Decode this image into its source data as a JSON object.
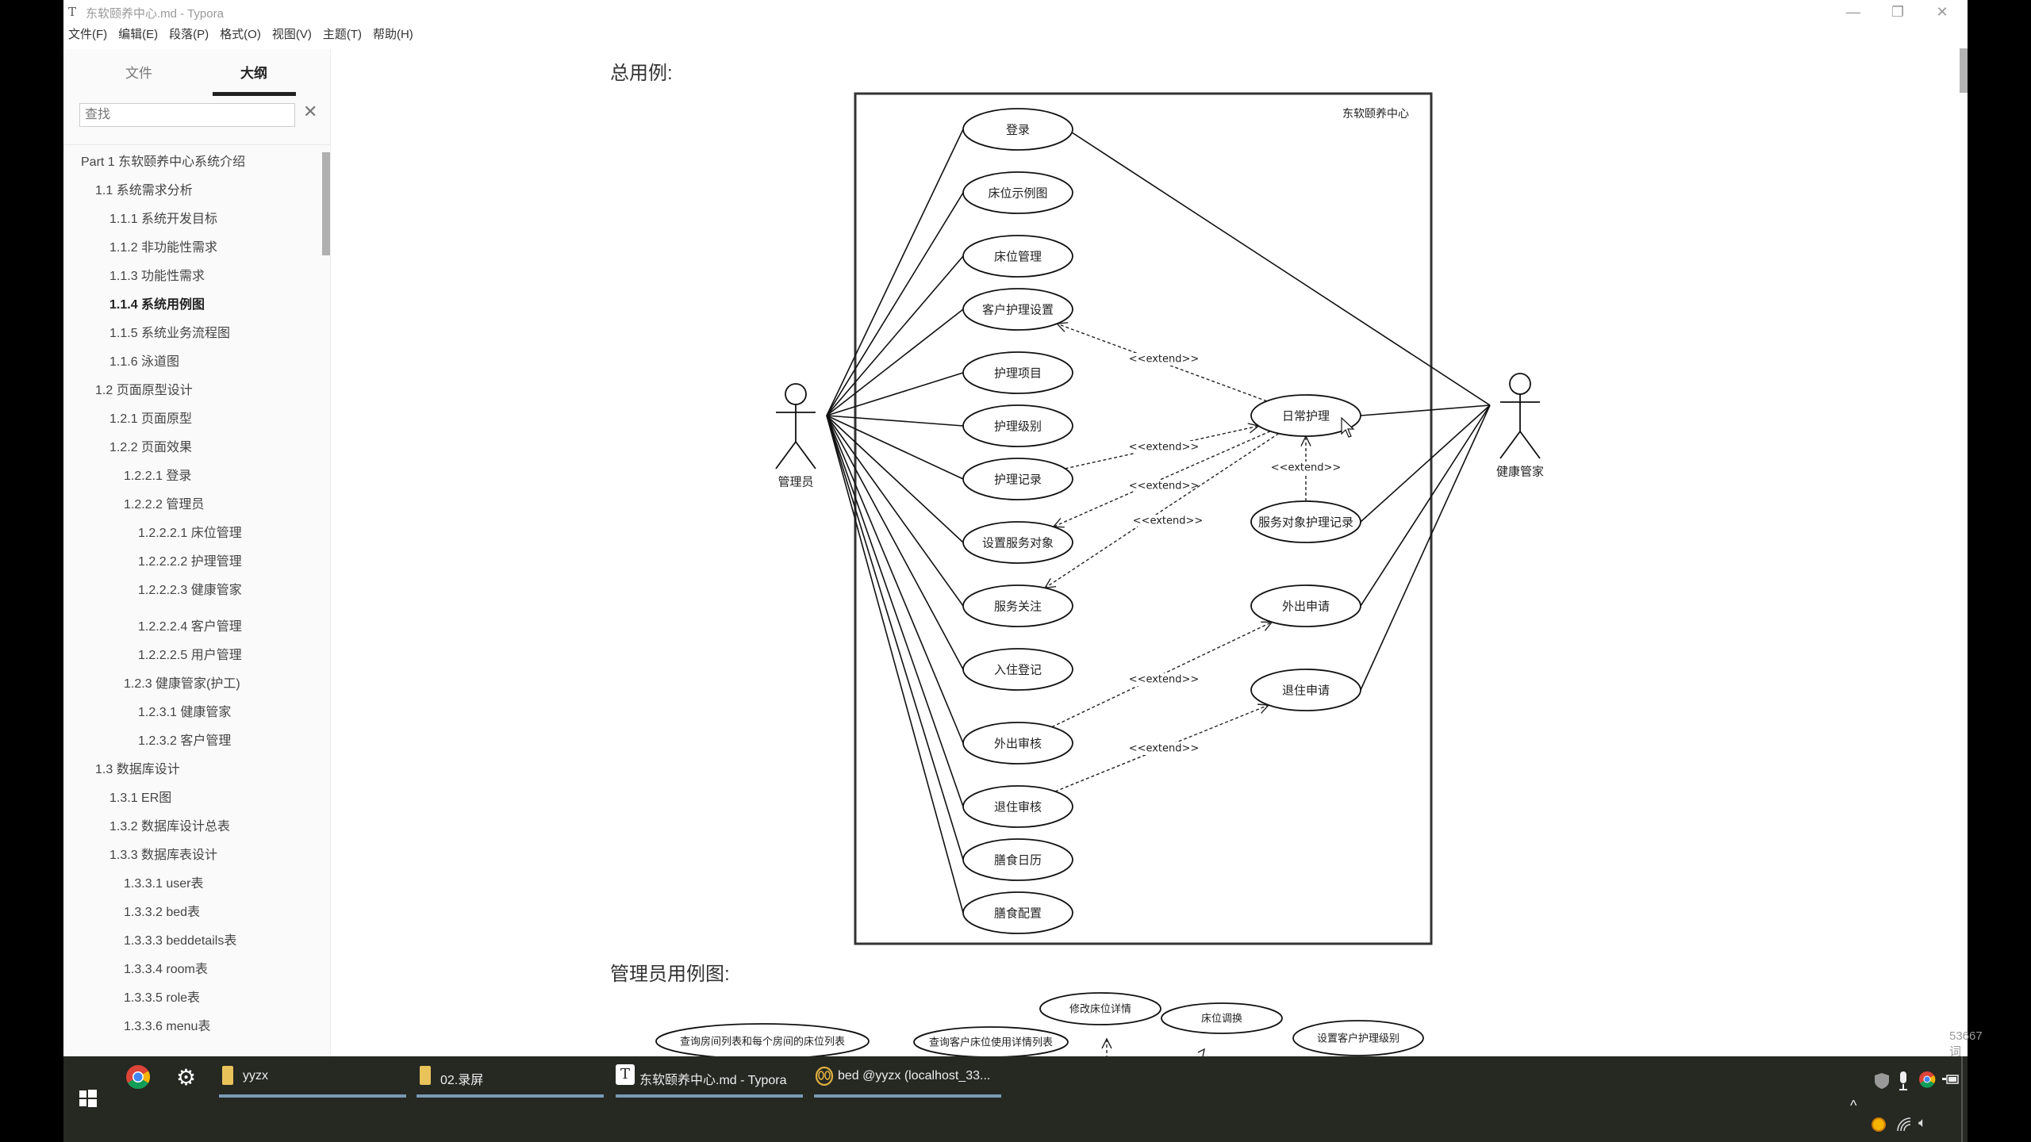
{
  "window": {
    "app_icon": "T",
    "title": "东软颐养中心.md - Typora",
    "controls": {
      "minimize": "—",
      "restore": "❐",
      "close": "✕"
    }
  },
  "menubar": [
    "文件(F)",
    "编辑(E)",
    "段落(P)",
    "格式(O)",
    "视图(V)",
    "主题(T)",
    "帮助(H)"
  ],
  "sidebar": {
    "tabs": [
      {
        "label": "文件",
        "active": false
      },
      {
        "label": "大纲",
        "active": true
      }
    ],
    "search_placeholder": "查找",
    "search_close": "✕",
    "outline": [
      {
        "label": "Part 1 东软颐养中心系统介绍",
        "level": 0
      },
      {
        "label": "1.1 系统需求分析",
        "level": 1
      },
      {
        "label": "1.1.1 系统开发目标",
        "level": 2
      },
      {
        "label": "1.1.2 非功能性需求",
        "level": 2
      },
      {
        "label": "1.1.3 功能性需求",
        "level": 2
      },
      {
        "label": "1.1.4 系统用例图",
        "level": 2,
        "active": true
      },
      {
        "label": "1.1.5 系统业务流程图",
        "level": 2
      },
      {
        "label": "1.1.6 泳道图",
        "level": 2
      },
      {
        "label": "1.2 页面原型设计",
        "level": 1
      },
      {
        "label": "1.2.1 页面原型",
        "level": 2
      },
      {
        "label": "1.2.2 页面效果",
        "level": 2
      },
      {
        "label": "1.2.2.1 登录",
        "level": 3
      },
      {
        "label": "1.2.2.2 管理员",
        "level": 3
      },
      {
        "label": "1.2.2.2.1 床位管理",
        "level": 4
      },
      {
        "label": "1.2.2.2.2 护理管理",
        "level": 4
      },
      {
        "label": "1.2.2.2.3 健康管家",
        "level": 4
      },
      {
        "label": "1.2.2.2.4 客户管理",
        "level": 4
      },
      {
        "label": "1.2.2.2.5 用户管理",
        "level": 4
      },
      {
        "label": "1.2.3 健康管家(护工)",
        "level": 3
      },
      {
        "label": "1.2.3.1 健康管家",
        "level": 4
      },
      {
        "label": "1.2.3.2 客户管理",
        "level": 4
      },
      {
        "label": "1.3 数据库设计",
        "level": 1
      },
      {
        "label": "1.3.1 ER图",
        "level": 2
      },
      {
        "label": "1.3.2 数据库设计总表",
        "level": 2
      },
      {
        "label": "1.3.3 数据库表设计",
        "level": 2
      },
      {
        "label": "1.3.3.1 user表",
        "level": 3
      },
      {
        "label": "1.3.3.2 bed表",
        "level": 3
      },
      {
        "label": "1.3.3.3 beddetails表",
        "level": 3
      },
      {
        "label": "1.3.3.4 room表",
        "level": 3
      },
      {
        "label": "1.3.3.5 role表",
        "level": 3
      },
      {
        "label": "1.3.3.6 menu表",
        "level": 3
      }
    ],
    "nav_back": "‹",
    "nav_source": "‹/›"
  },
  "document": {
    "heading1": "总用例:",
    "heading2": "管理员用例图:",
    "word_count": "53667 词"
  },
  "diagram": {
    "system_name": "东软颐养中心",
    "actors": [
      {
        "id": "admin",
        "label": "管理员"
      },
      {
        "id": "caretaker",
        "label": "健康管家"
      }
    ],
    "use_cases": [
      {
        "id": "uc1",
        "label": "登录"
      },
      {
        "id": "uc2",
        "label": "床位示例图"
      },
      {
        "id": "uc3",
        "label": "床位管理"
      },
      {
        "id": "uc4",
        "label": "客户护理设置"
      },
      {
        "id": "uc5",
        "label": "护理项目"
      },
      {
        "id": "uc6",
        "label": "护理级别"
      },
      {
        "id": "uc7",
        "label": "护理记录"
      },
      {
        "id": "uc8",
        "label": "设置服务对象"
      },
      {
        "id": "uc9",
        "label": "服务关注"
      },
      {
        "id": "uc10",
        "label": "入住登记"
      },
      {
        "id": "uc11",
        "label": "外出审核"
      },
      {
        "id": "uc12",
        "label": "退住审核"
      },
      {
        "id": "uc13",
        "label": "膳食日历"
      },
      {
        "id": "uc14",
        "label": "膳食配置"
      },
      {
        "id": "r1",
        "label": "日常护理"
      },
      {
        "id": "r2",
        "label": "服务对象护理记录"
      },
      {
        "id": "r3",
        "label": "外出申请"
      },
      {
        "id": "r4",
        "label": "退住申请"
      }
    ],
    "associations": [
      [
        "admin",
        "uc1"
      ],
      [
        "admin",
        "uc2"
      ],
      [
        "admin",
        "uc3"
      ],
      [
        "admin",
        "uc4"
      ],
      [
        "admin",
        "uc5"
      ],
      [
        "admin",
        "uc6"
      ],
      [
        "admin",
        "uc7"
      ],
      [
        "admin",
        "uc8"
      ],
      [
        "admin",
        "uc9"
      ],
      [
        "admin",
        "uc10"
      ],
      [
        "admin",
        "uc11"
      ],
      [
        "admin",
        "uc12"
      ],
      [
        "admin",
        "uc13"
      ],
      [
        "admin",
        "uc14"
      ],
      [
        "caretaker",
        "uc1"
      ],
      [
        "caretaker",
        "r1"
      ],
      [
        "caretaker",
        "r2"
      ],
      [
        "caretaker",
        "r3"
      ],
      [
        "caretaker",
        "r4"
      ]
    ],
    "extends": [
      {
        "from": "r1",
        "to": "uc4",
        "label": "<<extend>>"
      },
      {
        "from": "uc7",
        "to": "r1",
        "label": "<<extend>>"
      },
      {
        "from": "r1",
        "to": "uc8",
        "label": "<<extend>>"
      },
      {
        "from": "r1",
        "to": "uc9",
        "label": "<<extend>>"
      },
      {
        "from": "r2",
        "to": "r1",
        "label": "<<extend>>"
      },
      {
        "from": "uc11",
        "to": "r3",
        "label": "<<extend>>"
      },
      {
        "from": "uc12",
        "to": "r4",
        "label": "<<extend>>"
      }
    ]
  },
  "diagram2_partial": {
    "use_cases": [
      "查询房间列表和每个房间的床位列表",
      "查询客户床位使用详情列表",
      "修改床位详情",
      "床位调换",
      "设置客户护理级别"
    ]
  },
  "taskbar": {
    "items": [
      {
        "label": "yyzx",
        "icon": "folder-icon"
      },
      {
        "label": "02.录屏",
        "icon": "folder-icon"
      },
      {
        "label": "东软颐养中心.md - Typora",
        "icon": "typora-icon"
      },
      {
        "label": "bed @yyzx (localhost_33...",
        "icon": "navicat-icon"
      }
    ],
    "pinned": [
      "chrome-icon",
      "settings-icon"
    ],
    "tray": [
      "security-icon",
      "microphone-icon",
      "chrome-icon",
      "battery-icon",
      "show-hidden-icon",
      "app-icon",
      "wifi-icon",
      "volume-icon"
    ]
  }
}
